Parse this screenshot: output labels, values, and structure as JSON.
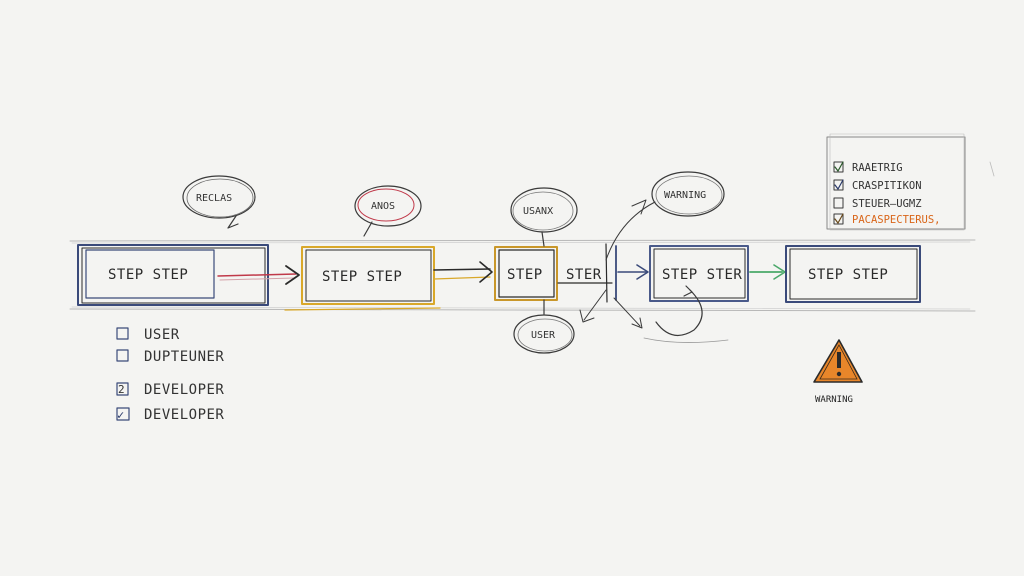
{
  "flow": {
    "steps": [
      {
        "label": "STEP  STEP",
        "color": "#3a4a7a"
      },
      {
        "label": "STEP  STEP",
        "color": "#d9a82a"
      },
      {
        "label": "STEP",
        "color": "#c9972a"
      },
      {
        "label": "STEP STER",
        "color": "#4a5a8a"
      },
      {
        "label": "STEP  STEP",
        "color": "#3a4a7a"
      }
    ],
    "mid_label": "STER"
  },
  "bubbles": [
    {
      "label": "RECLAS"
    },
    {
      "label": "ANOS"
    },
    {
      "label": "USANX"
    },
    {
      "label": "WARNING"
    },
    {
      "label": "USER"
    }
  ],
  "legend": {
    "items": [
      {
        "label": "USER",
        "mark": ""
      },
      {
        "label": "DUPTEUNER",
        "mark": ""
      },
      {
        "label": "DEVELOPER",
        "mark": "2"
      },
      {
        "label": "DEVELOPER",
        "mark": "✓"
      }
    ]
  },
  "note": {
    "items": [
      {
        "label": "RAAETRIG",
        "color": "#5a8a3a"
      },
      {
        "label": "CRASPITIKON",
        "color": "#3a5a8a"
      },
      {
        "label": "STEUER—UGMZ",
        "color": "#3a6a4a"
      },
      {
        "label": "PACASPECTERUS,",
        "color": "#d9661a"
      }
    ]
  },
  "warning": {
    "label": "WARNING",
    "color": "#e8862a"
  },
  "colors": {
    "ink": "#2a2a2a",
    "blue": "#3a4a7a",
    "yellow": "#d9a82a",
    "red": "#c0394a",
    "green": "#4aa86a",
    "orange": "#e8862a"
  }
}
